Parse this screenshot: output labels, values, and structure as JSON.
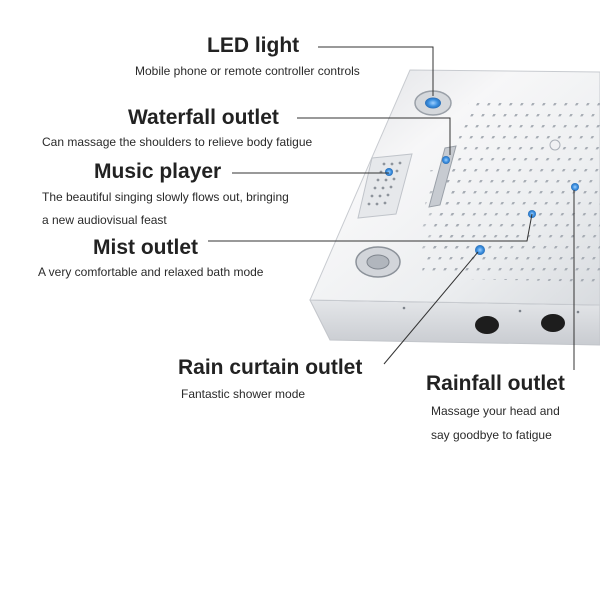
{
  "features": {
    "led": {
      "title": "LED light",
      "desc": "Mobile phone or remote controller controls"
    },
    "waterfall": {
      "title": "Waterfall outlet",
      "desc": "Can massage the shoulders to relieve body fatigue"
    },
    "music": {
      "title": "Music player",
      "desc_line1": "The beautiful singing slowly flows out, bringing",
      "desc_line2": "a new audiovisual feast"
    },
    "mist": {
      "title": "Mist outlet",
      "desc": "A very comfortable and relaxed bath mode"
    },
    "rain_curtain": {
      "title": "Rain curtain outlet",
      "desc": "Fantastic shower mode"
    },
    "rainfall": {
      "title": "Rainfall outlet",
      "desc_line1": "Massage your head and",
      "desc_line2": "say goodbye to fatigue"
    }
  },
  "colors": {
    "accent_blue": "#3a8fe0",
    "steel_light": "#f2f3f5",
    "steel_dark": "#b8bcc2",
    "leader_line": "#333333"
  }
}
